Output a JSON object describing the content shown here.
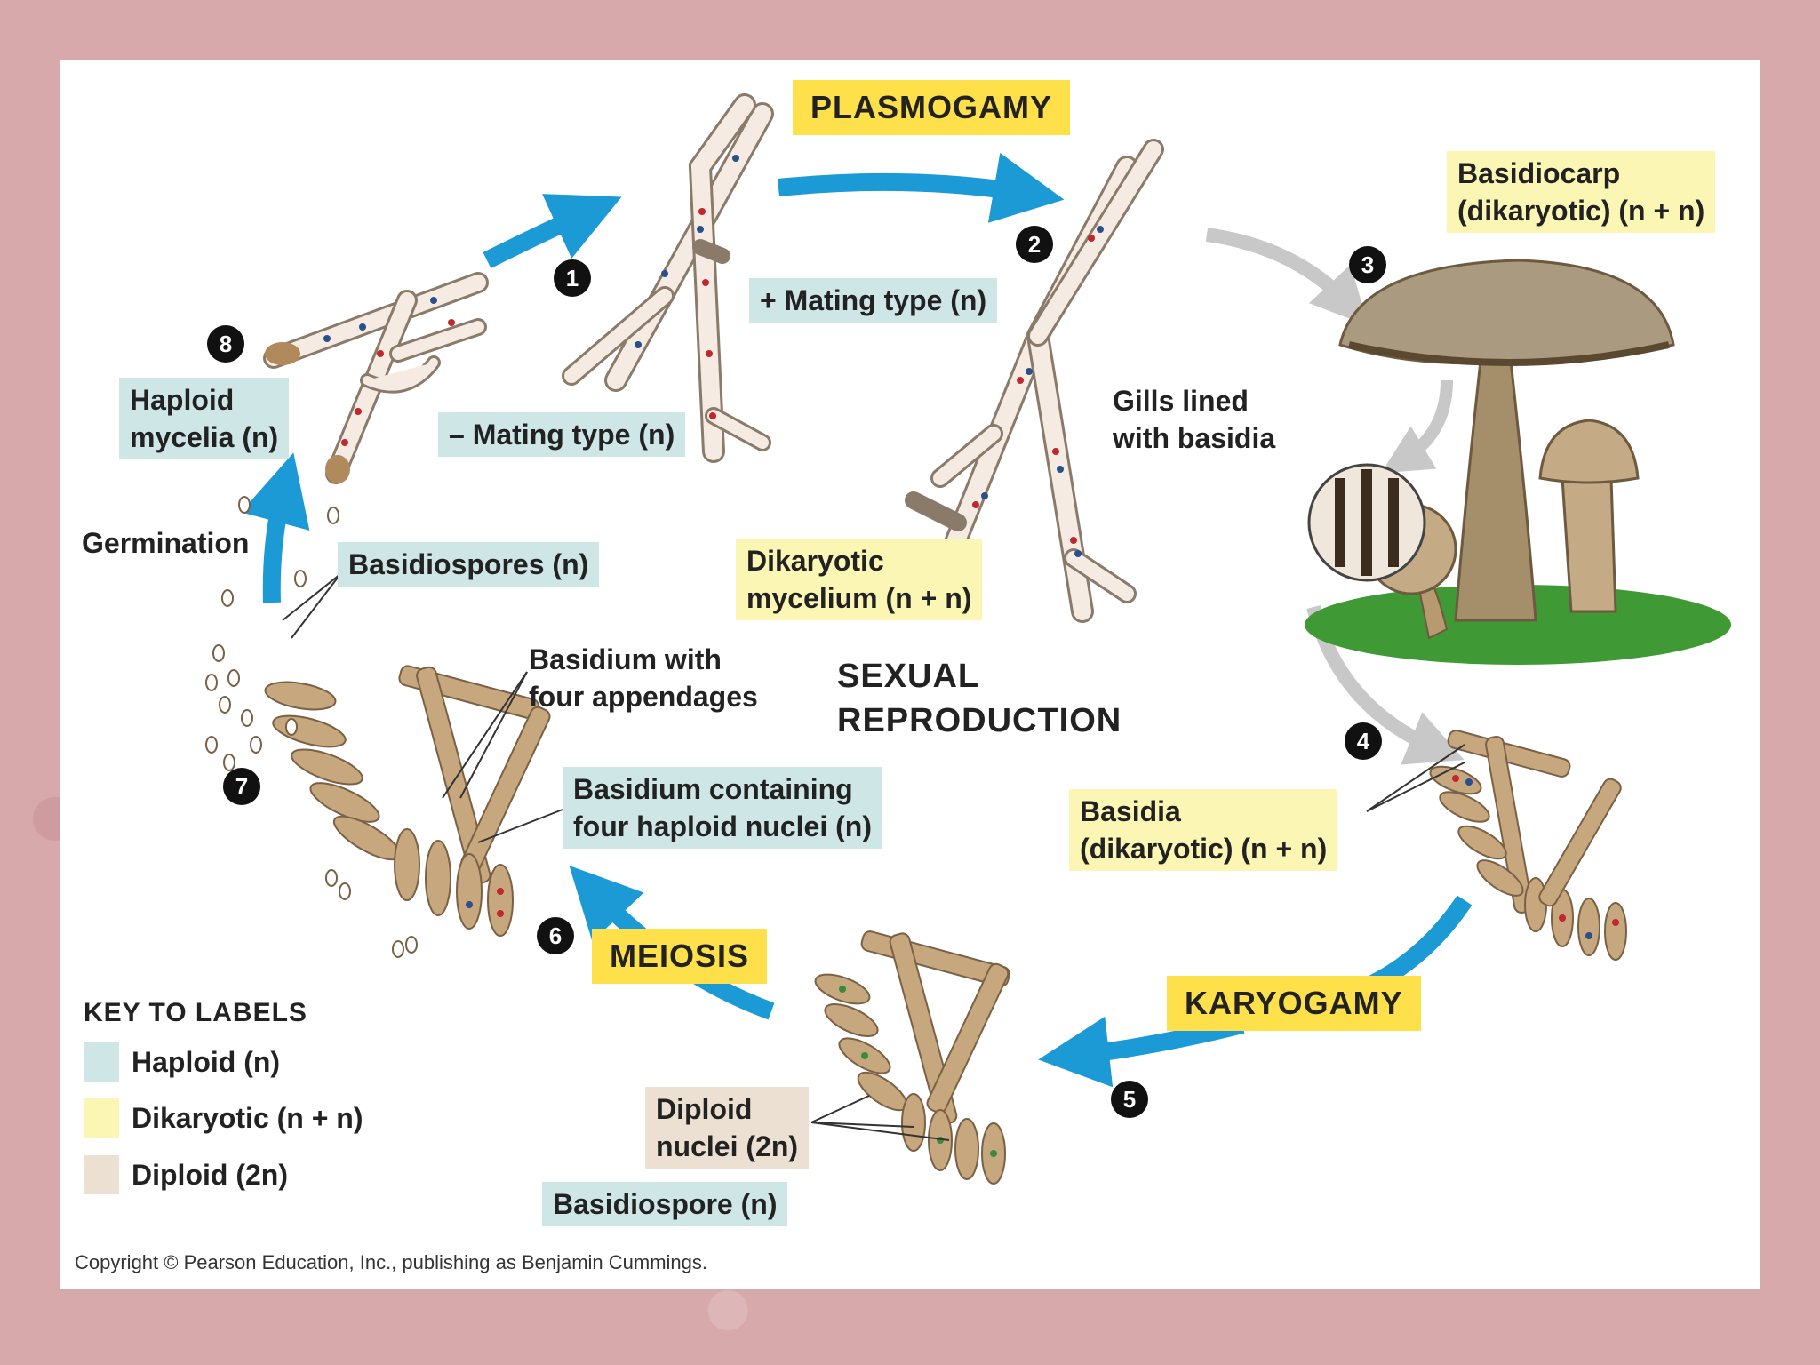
{
  "labels": {
    "plasmogamy": "PLASMOGAMY",
    "karyogamy": "KARYOGAMY",
    "meiosis": "MEIOSIS",
    "sexual_line1": "SEXUAL",
    "sexual_line2": "REPRODUCTION",
    "plus_mating": "+ Mating type (n)",
    "minus_mating": "– Mating type (n)",
    "haploid_mycelia_l1": "Haploid",
    "haploid_mycelia_l2": "mycelia (n)",
    "dikaryotic_mycelium_l1": "Dikaryotic",
    "dikaryotic_mycelium_l2": "mycelium (n + n)",
    "basidiocarp_l1": "Basidiocarp",
    "basidiocarp_l2": "(dikaryotic) (n + n)",
    "gills_l1": "Gills lined",
    "gills_l2": "with basidia",
    "basidia_l1": "Basidia",
    "basidia_l2": "(dikaryotic) (n + n)",
    "germination": "Germination",
    "basidiospores": "Basidiospores (n)",
    "basidium_append_l1": "Basidium with",
    "basidium_append_l2": "four appendages",
    "basidium_contain_l1": "Basidium containing",
    "basidium_contain_l2": "four haploid nuclei (n)",
    "diploid_nuclei_l1": "Diploid",
    "diploid_nuclei_l2": "nuclei (2n)",
    "basidiospore": "Basidiospore (n)"
  },
  "steps": [
    "1",
    "2",
    "3",
    "4",
    "5",
    "6",
    "7",
    "8"
  ],
  "key": {
    "title": "KEY TO LABELS",
    "items": [
      {
        "label": "Haploid (n)",
        "color": "#cfe6e6"
      },
      {
        "label": "Dikaryotic (n + n)",
        "color": "#fcf6b4"
      },
      {
        "label": "Diploid (2n)",
        "color": "#ece0d2"
      }
    ]
  },
  "copyright": "Copyright © Pearson Education, Inc., publishing as Benjamin Cummings.",
  "colors": {
    "arrow_blue": "#1c9ad6",
    "arrow_gray": "#c8c8c8",
    "hypha_fill": "#f5ebe2",
    "hypha_stroke": "#8a7a6a",
    "basidium_tan": "#c7a77e",
    "mushroom_cap": "#a99a80",
    "grass": "#3f9a35",
    "nucleus_red": "#c0282d",
    "nucleus_blue": "#2a4f8a"
  }
}
